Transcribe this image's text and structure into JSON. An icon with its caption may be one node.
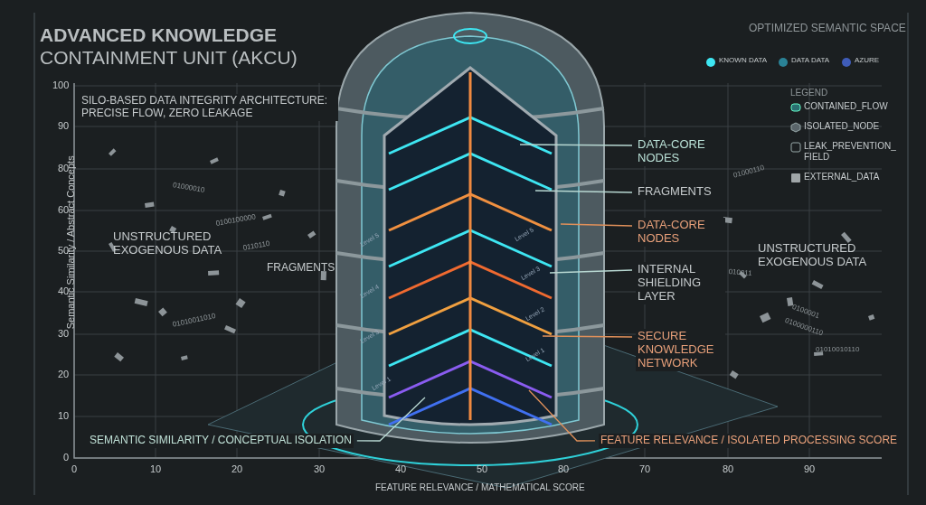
{
  "diagram": {
    "title": "**ADVANCED KNOWLEDGE** CONTAINMENT UNIT (AKCU)",
    "nodes": [
      {
        "text": [
          "DATA-CORE NODES"
        ]
      },
      {
        "text": [
          "FRAGMENTS"
        ]
      },
      {
        "text": [
          "DATA-CORE NODES"
        ]
      },
      {
        "text": [
          "INTERNAL SHIELDING LAYER"
        ]
      },
      {
        "text": [
          "SECURE KNOWLEDGE NETWORK"
        ]
      },
      {
        "text": [
          "SEMANTIC SIMILARITY / CONCEPTUAL ISOLATION"
        ]
      },
      {
        "text": [
          "FEATURE RELEVANCE / ISOLATED PROCESSING SCORE"
        ]
      }
    ],
    "edges": [
      {
        "from": 0,
        "to": null,
        "arrow": "none"
      },
      {
        "from": 1,
        "to": null,
        "arrow": "none"
      },
      {
        "from": 2,
        "to": null,
        "arrow": "none",
        "color": "#e0905a"
      },
      {
        "from": 3,
        "to": null,
        "arrow": "none"
      },
      {
        "from": 4,
        "to": null,
        "arrow": "none",
        "color": "#e0905a"
      },
      {
        "from": 5,
        "to": null,
        "arrow": "none"
      },
      {
        "from": 6,
        "to": null,
        "arrow": "none",
        "color": "#e0905a"
      }
    ],
    "labels": [
      "SILO-BASED DATA INTEGRITY ARCHITECTURE: PRECISE FLOW, ZERO LEAKAGE",
      "OPTIMIZED SEMANTIC SPACE",
      "LEGEND",
      "100",
      "90",
      "80",
      "60",
      "50",
      "40",
      "30",
      "20",
      "10",
      "0",
      "Semantic Similarity / Abstract Concepts",
      "UNSTRUCTURED EXOGENOUS DATA",
      "FRAGMENTS",
      "UNSTRUCTURED EXOGENOUS DATA",
      "Level 5",
      "Level 5",
      "Level 4",
      "Level 3",
      "Level 3",
      "Level 2",
      "Level 1",
      "Level 1",
      "01000010",
      "0100100000",
      "0110110",
      "01010011010",
      "01000110",
      "010011",
      "0100001",
      "0100000110",
      "01010010110",
      "0",
      "10",
      "20",
      "30",
      "40",
      "50",
      "80",
      "70",
      "80",
      "90",
      "FEATURE RELEVANCE / MATHEMATICAL SCORE"
    ],
    "legend": [
      {
        "text": "KNOWN DATA",
        "color": "#3ee6f2"
      },
      {
        "text": "DATA DATA",
        "color": "#2a8296"
      },
      {
        "text": "AZURE",
        "color": "#3f5cb8"
      },
      {
        "text": "CONTAINED_FLOW"
      },
      {
        "text": "ISOLATED_NODE"
      },
      {
        "text": "LEAK_PREVENTION_ FIELD"
      },
      {
        "text": "EXTERNAL_DATA"
      }
    ]
  }
}
